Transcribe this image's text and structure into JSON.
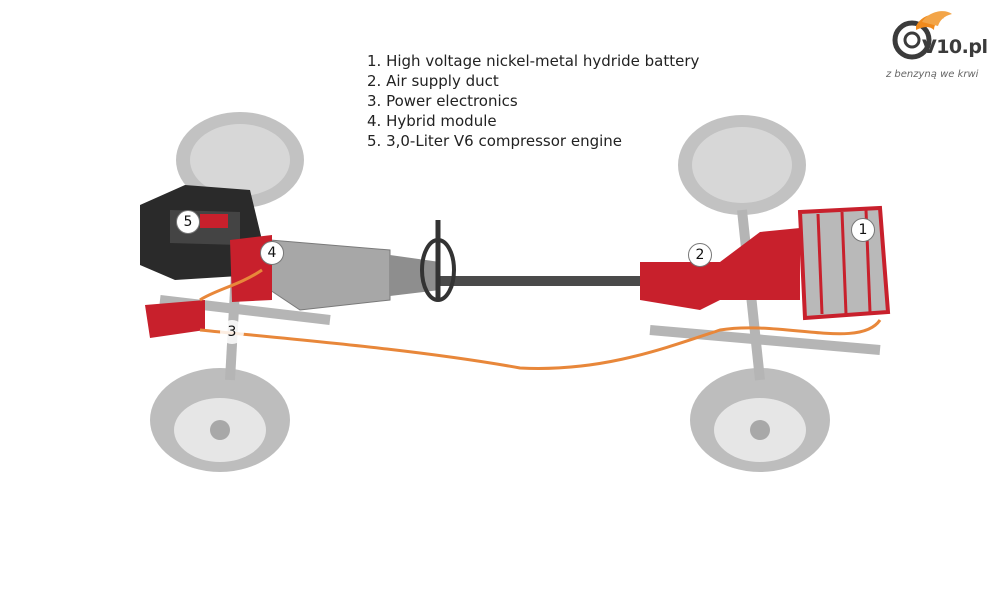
{
  "legend": {
    "items": [
      "1. High voltage nickel-metal hydride battery",
      "2. Air supply duct",
      "3. Power electronics",
      "4. Hybrid module",
      "5. 3,0-Liter V6 compressor engine"
    ]
  },
  "callouts": [
    "1",
    "2",
    "3",
    "4",
    "5"
  ],
  "brand": {
    "name": "V10.pl",
    "tagline": "z benzyną we krwi"
  },
  "colors": {
    "component_red": "#c8202c",
    "cable_orange": "#e8873a",
    "wheel_gray": "#bdbdbd",
    "metal_gray": "#9a9a9a",
    "engine_black": "#2a2a2a",
    "flame_orange": "#f08a1c"
  }
}
